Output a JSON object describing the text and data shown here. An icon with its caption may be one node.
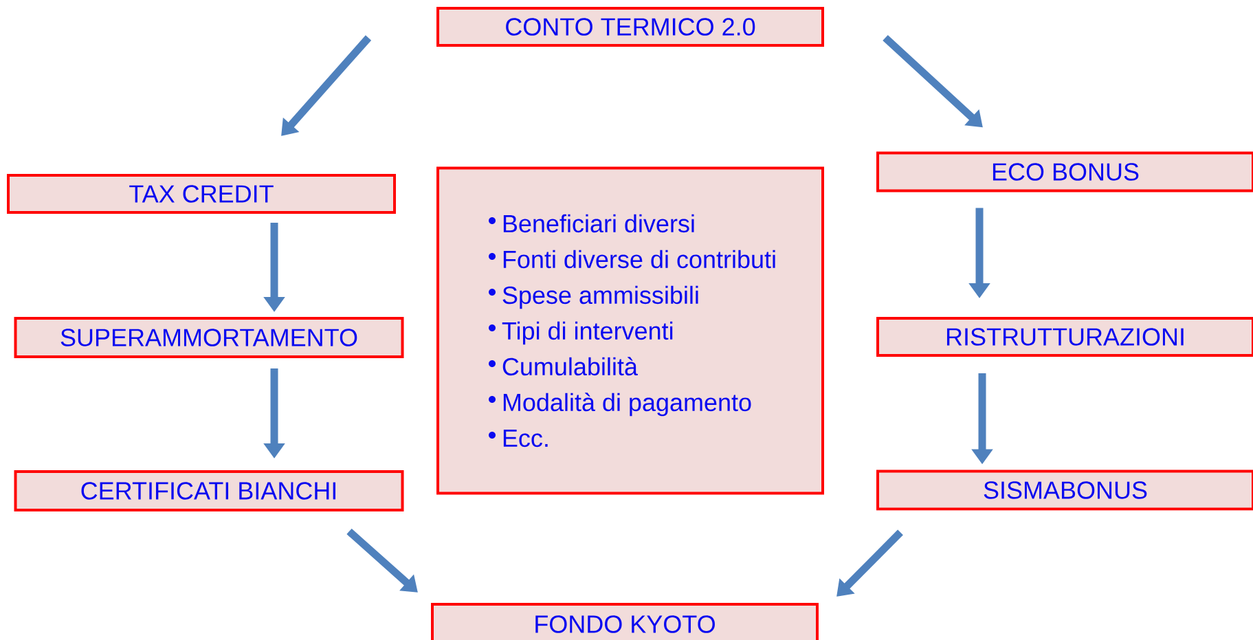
{
  "diagram": {
    "nodes": [
      {
        "text": [
          "CONTO TERMICO 2.0"
        ]
      },
      {
        "text": [
          "ECO BONUS"
        ]
      },
      {
        "text": [
          "TAX CREDIT"
        ]
      },
      {
        "text": [
          "Beneficiari diversi",
          "Fonti diverse di contributi",
          "Spese ammissibili",
          "Tipi di interventi",
          "Cumulabilità",
          "Modalità di pagamento",
          "Ecc."
        ]
      },
      {
        "text": [
          "SUPERAMMORTAMENTO"
        ]
      },
      {
        "text": [
          "RISTRUTTURAZIONI"
        ]
      },
      {
        "text": [
          "CERTIFICATI BIANCHI"
        ]
      },
      {
        "text": [
          "SISMABONUS"
        ]
      },
      {
        "text": [
          "FONDO KYOTO"
        ]
      }
    ],
    "edges": [
      {
        "from": 0,
        "to": 2,
        "arrow": "to"
      },
      {
        "from": 0,
        "to": 1,
        "arrow": "to"
      },
      {
        "from": 2,
        "to": 4,
        "arrow": "to"
      },
      {
        "from": 4,
        "to": 6,
        "arrow": "to"
      },
      {
        "from": 6,
        "to": 8,
        "arrow": "to"
      },
      {
        "from": 1,
        "to": 5,
        "arrow": "to"
      },
      {
        "from": 5,
        "to": 7,
        "arrow": "to"
      },
      {
        "from": 7,
        "to": 8,
        "arrow": "to"
      }
    ]
  }
}
